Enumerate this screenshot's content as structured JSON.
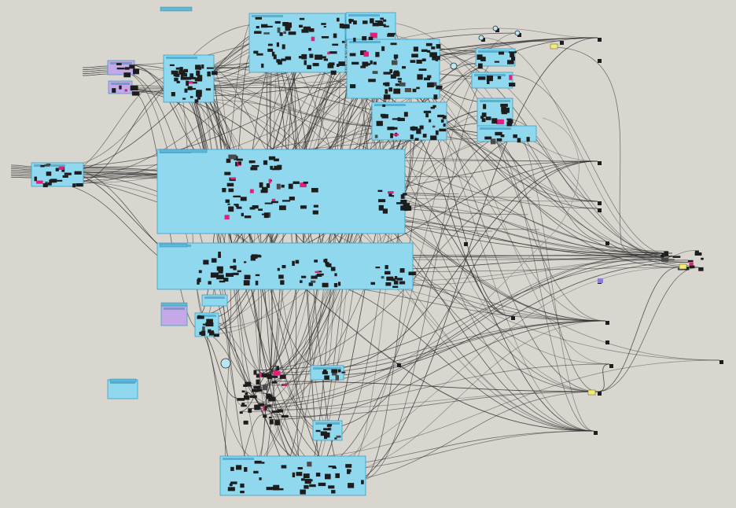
{
  "canvas": {
    "background": "#d9d6d0",
    "group_fill": "#8fd8ee",
    "group_border": "#3a9fc4",
    "purple_fill": "#c5a8e8",
    "wire_color": "#2b2b2b",
    "node_color": "#1d1d1d",
    "accent_pink": "#e0207a",
    "accent_yellow": "#f5ec6a"
  },
  "groups": [
    {
      "id": "g-top-center",
      "kind": "blue"
    },
    {
      "id": "g-top-right-a",
      "kind": "blue"
    },
    {
      "id": "g-top-right-b",
      "kind": "blue"
    },
    {
      "id": "g-top-right-c",
      "kind": "blue"
    },
    {
      "id": "g-top-left",
      "kind": "blue"
    },
    {
      "id": "g-right-small-1",
      "kind": "blue"
    },
    {
      "id": "g-right-small-2",
      "kind": "blue"
    },
    {
      "id": "g-right-small-3",
      "kind": "blue"
    },
    {
      "id": "g-right-small-4",
      "kind": "blue"
    },
    {
      "id": "g-left-input",
      "kind": "blue"
    },
    {
      "id": "g-mid-large",
      "kind": "blue"
    },
    {
      "id": "g-mid-lower",
      "kind": "blue"
    },
    {
      "id": "g-lower-left",
      "kind": "blue"
    },
    {
      "id": "g-lower-small",
      "kind": "blue"
    },
    {
      "id": "g-bottom-left-param",
      "kind": "blue"
    },
    {
      "id": "g-bottom-mid-a",
      "kind": "blue"
    },
    {
      "id": "g-bottom-mid-b",
      "kind": "blue"
    },
    {
      "id": "g-bottom",
      "kind": "blue"
    },
    {
      "id": "g-purple-top",
      "kind": "purple"
    },
    {
      "id": "g-purple-top-2",
      "kind": "purple"
    },
    {
      "id": "g-purple-lower",
      "kind": "purple"
    }
  ]
}
